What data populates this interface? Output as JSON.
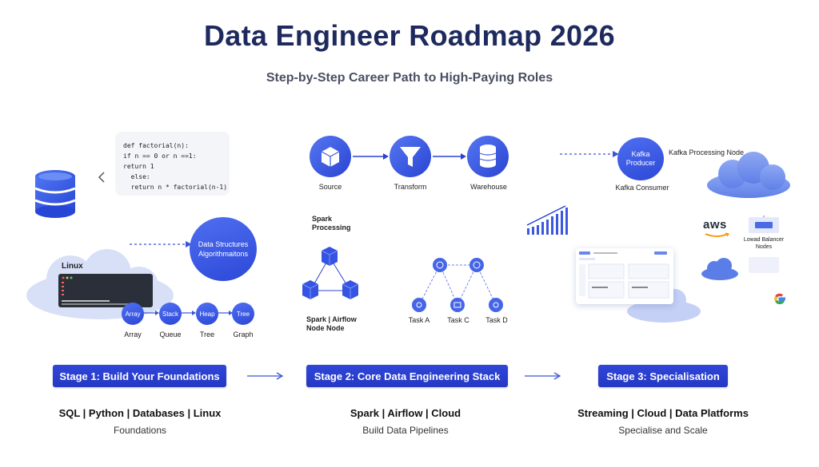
{
  "title": "Data Engineer Roadmap 2026",
  "subtitle": "Step-by-Step Career Path to High-Paying Roles",
  "code_lines": [
    "def factorial(n):",
    "if n == 0 or n ==1:",
    "return 1",
    "  else:",
    "  return n * factorial(n-1)"
  ],
  "dsa_circle": "Data Structures Algorithmaitons",
  "linux_label": "Linux",
  "ds_nodes": [
    {
      "circle": "Array",
      "caption": "Array"
    },
    {
      "circle": "Stack",
      "caption": "Queue"
    },
    {
      "circle": "Heap",
      "caption": "Tree"
    },
    {
      "circle": "Tree",
      "caption": "Graph"
    }
  ],
  "pipeline": {
    "source": "Source",
    "transform": "Transform",
    "warehouse": "Warehouse"
  },
  "spark_processing": "Spark Processing",
  "spark_airflow": "Spark | Airflow Node Node",
  "tasks": {
    "a": "Task A",
    "c": "Task C",
    "d": "Task D"
  },
  "kafka": {
    "producer": "Kafka Producer",
    "processing_node": "Kafka Processing Node",
    "consumer": "Kafka Consumer"
  },
  "aws_text": "aws",
  "load_balancer": "Lowad Balancer Nodes",
  "stages": [
    {
      "label": "Stage 1: Build Your Foundations",
      "skills": "SQL | Python | Databases | Linux",
      "caption": "Foundations"
    },
    {
      "label": "Stage 2: Core Data Engineering Stack",
      "skills": "Spark | Airflow | Cloud",
      "caption": "Build Data Pipelines"
    },
    {
      "label": "Stage 3: Specialisation",
      "skills": "Streaming | Cloud | Data Platforms",
      "caption": "Specialise and Scale"
    }
  ],
  "colors": {
    "accent": "#2c48d8",
    "stage_bg": "#2438c4",
    "cloud": "#c9d4f5"
  }
}
